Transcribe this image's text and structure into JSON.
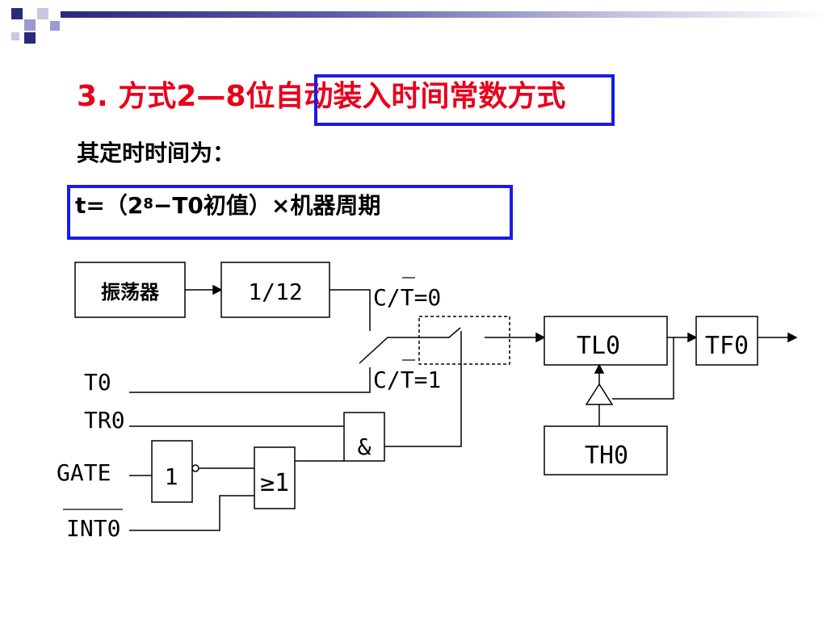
{
  "colors": {
    "title": "#e8001c",
    "box_border": "#1a1ae8",
    "deco_dark": "#2a2a7a",
    "deco_light": "#9a9ad0"
  },
  "title": {
    "number": "3.",
    "text_pre": "方式2—8位",
    "text_boxed": "自动装入时间常数",
    "text_post": "方式"
  },
  "subtitle": "其定时时间为：",
  "formula": {
    "prefix": "t=（2",
    "exponent": "8",
    "suffix": "−T0初值）×机器周期"
  },
  "diagram": {
    "oscillator_label": "振荡器",
    "divider_label": "1/12",
    "ct0_label": "C/T=0",
    "ct1_label": "C/T=1",
    "tl0_label": "TL0",
    "tf0_label": "TF0",
    "th0_label": "TH0",
    "and_label": "&",
    "or_label": "≥1",
    "not_label": "1",
    "t0_label": "T0",
    "tr0_label": "TR0",
    "gate_label": "GATE",
    "int0_label": "INT0"
  }
}
